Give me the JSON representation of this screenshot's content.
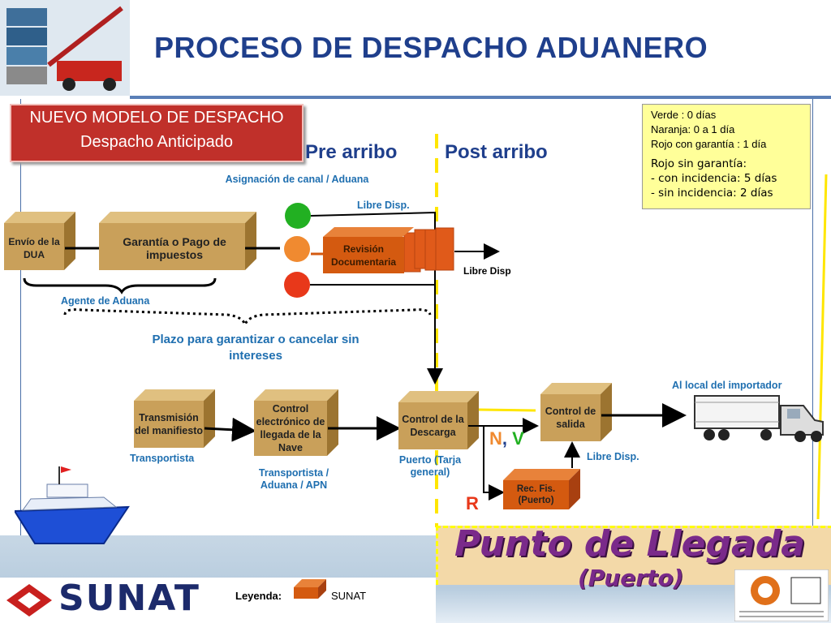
{
  "title": "PROCESO DE DESPACHO ADUANERO",
  "model": {
    "line1": "NUEVO MODELO DE DESPACHO",
    "line2": "Despacho Anticipado"
  },
  "legend_colors": {
    "lines": [
      "Verde : 0 días",
      "Naranja: 0 a 1 día",
      "Rojo con garantía : 1 día"
    ],
    "rojo_sin": "Rojo sin garantía:",
    "items": [
      "-  con incidencia: 5 días",
      "-  sin incidencia: 2 días"
    ]
  },
  "phases": {
    "pre": "Pre arribo",
    "post": "Post arribo"
  },
  "labels": {
    "asignacion": "Asignación de canal / Aduana",
    "libre_disp_top": "Libre Disp.",
    "libre_disp_right": "Libre Disp",
    "agente": "Agente de Aduana",
    "plazo": "Plazo para garantizar o cancelar sin intereses",
    "al_local": "Al local del importador",
    "transportista": "Transportista",
    "transportista_aduana": "Transportista / Aduana / APN",
    "puerto": "Puerto (Tarja general)",
    "libre_disp_bottom": "Libre Disp.",
    "n": "N",
    "comma": ",",
    "v": "V",
    "r": "R"
  },
  "boxes": {
    "envio": "Envío de la DUA",
    "garantia": "Garantía o Pago de impuestos",
    "revision": "Revisión Documentaria",
    "transmision": "Transmisión del manifiesto",
    "control_electronico": "Control electrónico de llegada de la Nave",
    "control_descarga": "Control de la Descarga",
    "control_salida": "Control de salida",
    "rec_fis": "Rec. Fis. (Puerto)"
  },
  "punto": {
    "line1": "Punto de Llegada",
    "line2": "(Puerto)"
  },
  "footer": {
    "leyenda": "Leyenda:",
    "sunat_label": "SUNAT",
    "logo": "SUNAT"
  },
  "colors": {
    "green": "#22b022",
    "orange": "#f08a30",
    "red": "#e8381a",
    "box_tan": "#c9a05a",
    "box_orange": "#d45a10",
    "title_blue": "#1f3f8c"
  }
}
